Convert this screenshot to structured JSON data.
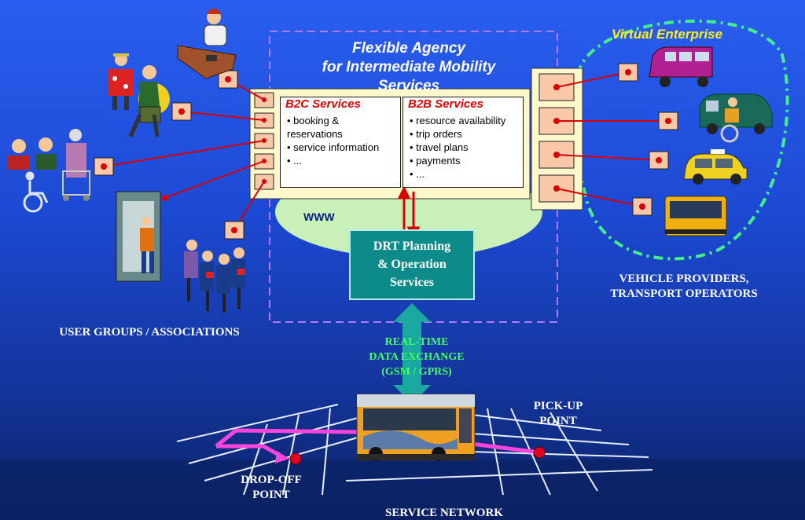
{
  "agency": {
    "title": "Flexible Agency\nfor  Intermediate Mobility\nServices",
    "www_label": "WWW"
  },
  "b2c": {
    "title": "B2C Services",
    "items": [
      "booking &\nreservations",
      "service information",
      "..."
    ]
  },
  "b2b": {
    "title": "B2B Services",
    "items": [
      "resource availability",
      "trip orders",
      "travel plans",
      "payments",
      "..."
    ]
  },
  "drt_box": {
    "label": "DRT Planning\n& Operation\nServices"
  },
  "realtime": {
    "label": "REAL-TIME\nDATA EXCHANGE\n(GSM / GPRS)"
  },
  "virtual_enterprise": {
    "title": "Virtual Enterprise"
  },
  "labels": {
    "user_groups": "USER GROUPS / ASSOCIATIONS",
    "vehicle_providers": "VEHICLE  PROVIDERS,\nTRANSPORT OPERATORS",
    "pick_up": "PICK-UP\nPOINT",
    "drop_off": "DROP-OFF\nPOINT",
    "service_network": "SERVICE  NETWORK"
  },
  "colors": {
    "background_top": "#2a5ef0",
    "background_bottom": "#0c2467",
    "connector_red": "#d80000",
    "drt_teal": "#0d8a8a",
    "route_magenta": "#ff44dd",
    "virtual_enterprise_dash": "#44ee88",
    "title_yellow": "#ffee22"
  },
  "icons": [
    "receptionist-at-desk-icon",
    "family-icon",
    "traveler-with-suitcase-icon",
    "elderly-group-icon",
    "wheelchair-symbol-icon",
    "phone-booth-icon",
    "schoolchildren-icon",
    "minivan-icon",
    "accessible-van-icon",
    "taxi-icon",
    "minibus-icon",
    "bus-photo-icon"
  ]
}
